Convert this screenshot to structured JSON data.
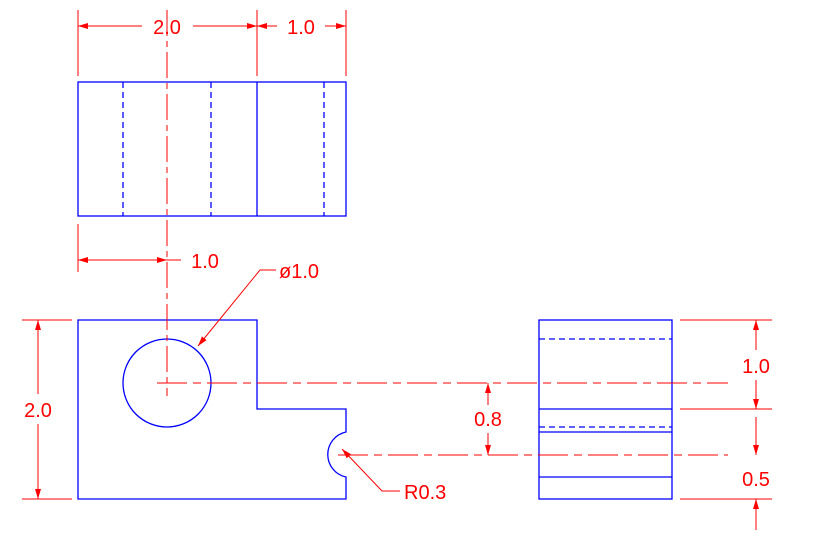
{
  "colors": {
    "object_line": "#0000ff",
    "dimension_line": "#ff0000",
    "background": "#ffffff"
  },
  "dimensions": {
    "top_width_left": "2.0",
    "top_width_right": "1.0",
    "hole_center_offset": "1.0",
    "hole_diameter": "ø1.0",
    "front_height": "2.0",
    "notch_radius": "R0.3",
    "center_spacing": "0.8",
    "side_upper": "1.0",
    "side_lower": "0.5"
  }
}
